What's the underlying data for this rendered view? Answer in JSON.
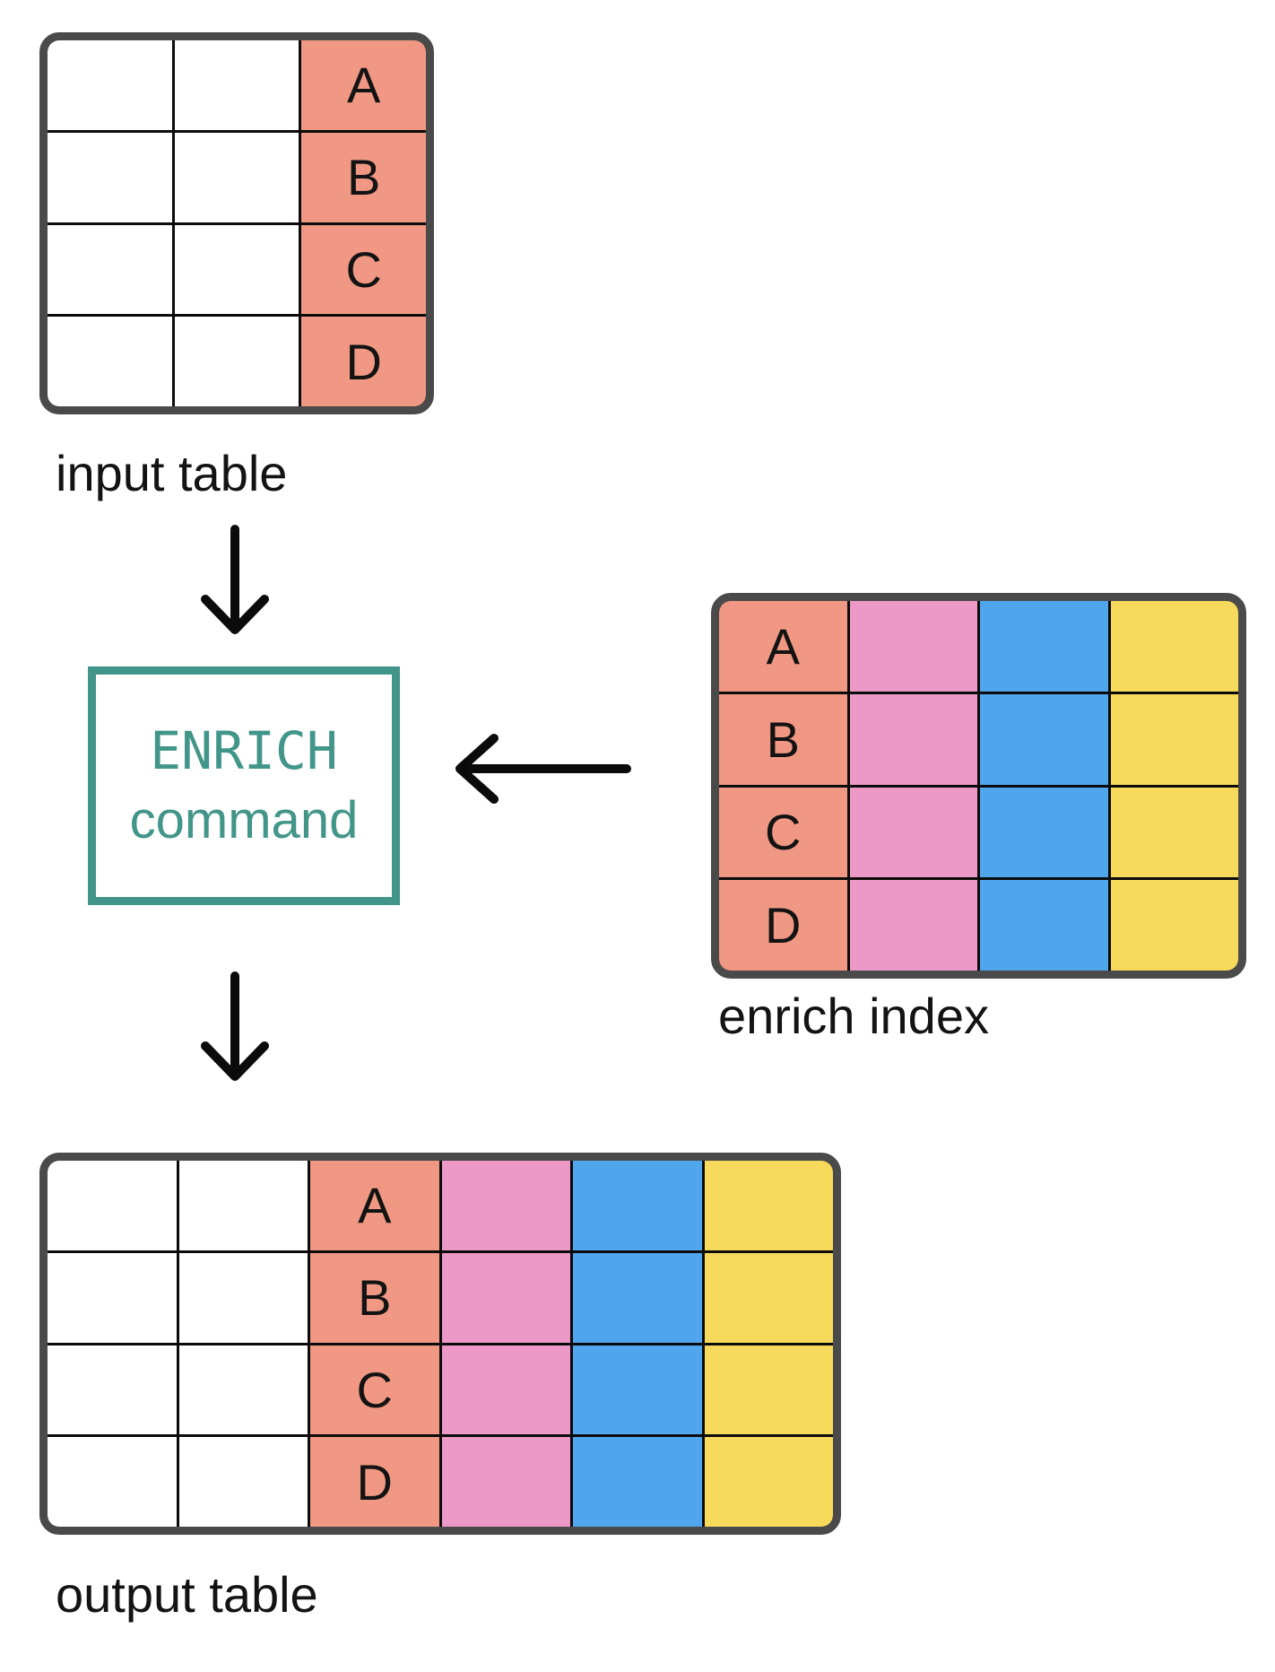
{
  "colors": {
    "salmon": "#F09883",
    "pink": "#EC99C8",
    "blue": "#50A6ED",
    "yellow": "#F7D95C",
    "teal": "#419589",
    "table_border": "#4A4A4A",
    "grid_line": "#0B0B0B",
    "arrow": "#0B0B0B",
    "text": "#131313"
  },
  "input_table": {
    "label": "input table",
    "rows": 4,
    "columns": [
      {
        "type": "plain",
        "color": null,
        "values": [
          "",
          "",
          "",
          ""
        ]
      },
      {
        "type": "plain",
        "color": null,
        "values": [
          "",
          "",
          "",
          ""
        ]
      },
      {
        "type": "match-key",
        "color": "salmon",
        "values": [
          "A",
          "B",
          "C",
          "D"
        ]
      }
    ]
  },
  "enrich_command": {
    "line1": "ENRICH",
    "line2": "command"
  },
  "enrich_index": {
    "label": "enrich index",
    "rows": 4,
    "columns": [
      {
        "type": "match-key",
        "color": "salmon",
        "values": [
          "A",
          "B",
          "C",
          "D"
        ]
      },
      {
        "type": "enrich-field",
        "color": "pink",
        "values": [
          "",
          "",
          "",
          ""
        ]
      },
      {
        "type": "enrich-field",
        "color": "blue",
        "values": [
          "",
          "",
          "",
          ""
        ]
      },
      {
        "type": "enrich-field",
        "color": "yellow",
        "values": [
          "",
          "",
          "",
          ""
        ]
      }
    ]
  },
  "output_table": {
    "label": "output table",
    "rows": 4,
    "columns": [
      {
        "type": "plain",
        "color": null,
        "values": [
          "",
          "",
          "",
          ""
        ]
      },
      {
        "type": "plain",
        "color": null,
        "values": [
          "",
          "",
          "",
          ""
        ]
      },
      {
        "type": "match-key",
        "color": "salmon",
        "values": [
          "A",
          "B",
          "C",
          "D"
        ]
      },
      {
        "type": "enrich-field",
        "color": "pink",
        "values": [
          "",
          "",
          "",
          ""
        ]
      },
      {
        "type": "enrich-field",
        "color": "blue",
        "values": [
          "",
          "",
          "",
          ""
        ]
      },
      {
        "type": "enrich-field",
        "color": "yellow",
        "values": [
          "",
          "",
          "",
          ""
        ]
      }
    ]
  }
}
